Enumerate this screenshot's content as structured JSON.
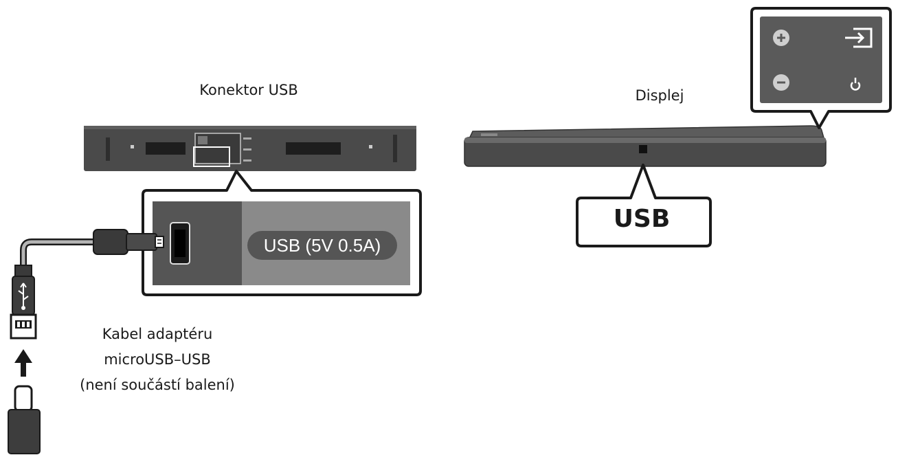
{
  "labels": {
    "connector_title": "Konektor USB",
    "display_title": "Displej",
    "port_rating": "USB (5V 0.5A)",
    "display_usb": "USB",
    "cable_line1": "Kabel adaptéru",
    "cable_line2": "microUSB–USB",
    "cable_line3": "(není součástí balení)"
  },
  "icons": [
    "plus-icon",
    "minus-icon",
    "input-source-icon",
    "power-icon",
    "usb-symbol-icon",
    "arrow-up-icon"
  ],
  "colors": {
    "device_body": "#4a4a4a",
    "device_dark": "#2b2b2b",
    "callout_border": "#1a1a1a",
    "panel_dark": "#555555",
    "panel_light": "#8a8a8a",
    "control_panel": "#5a5a5a"
  }
}
